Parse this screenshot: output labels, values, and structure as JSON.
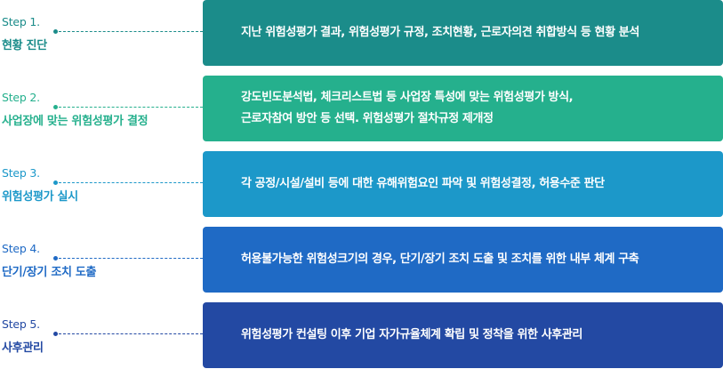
{
  "steps": [
    {
      "num": "Step 1.",
      "title": "현황 진단",
      "lines": [
        "지난 위험성평가 결과, 위험성평가 규정, 조치현황, 근로자의견 취합방식 등 현황 분석"
      ],
      "color": "#1b8c8a"
    },
    {
      "num": "Step 2.",
      "title": "사업장에 맞는 위험성평가 결정",
      "lines": [
        "강도빈도분석법, 체크리스트법 등 사업장 특성에 맞는 위험성평가 방식,",
        "근로자참여 방안 등 선택. 위험성평가 절차규정 제개정"
      ],
      "color": "#25b08d"
    },
    {
      "num": "Step 3.",
      "title": "위험성평가 실시",
      "lines": [
        "각 공정/시설/설비 등에 대한 유해위험요인 파악 및 위험성결정, 허용수준 판단"
      ],
      "color": "#1c98c9"
    },
    {
      "num": "Step 4.",
      "title": "단기/장기 조치 도출",
      "lines": [
        "허용불가능한 위험성크기의 경우, 단기/장기 조치 도출 및 조치를 위한 내부 체계 구축"
      ],
      "color": "#1f6ac5"
    },
    {
      "num": "Step 5.",
      "title": "사후관리",
      "lines": [
        "위험성평가 컨설팅 이후 기업 자가규율체계 확립 및 정착을 위한 사후관리"
      ],
      "color": "#2349a3"
    }
  ]
}
